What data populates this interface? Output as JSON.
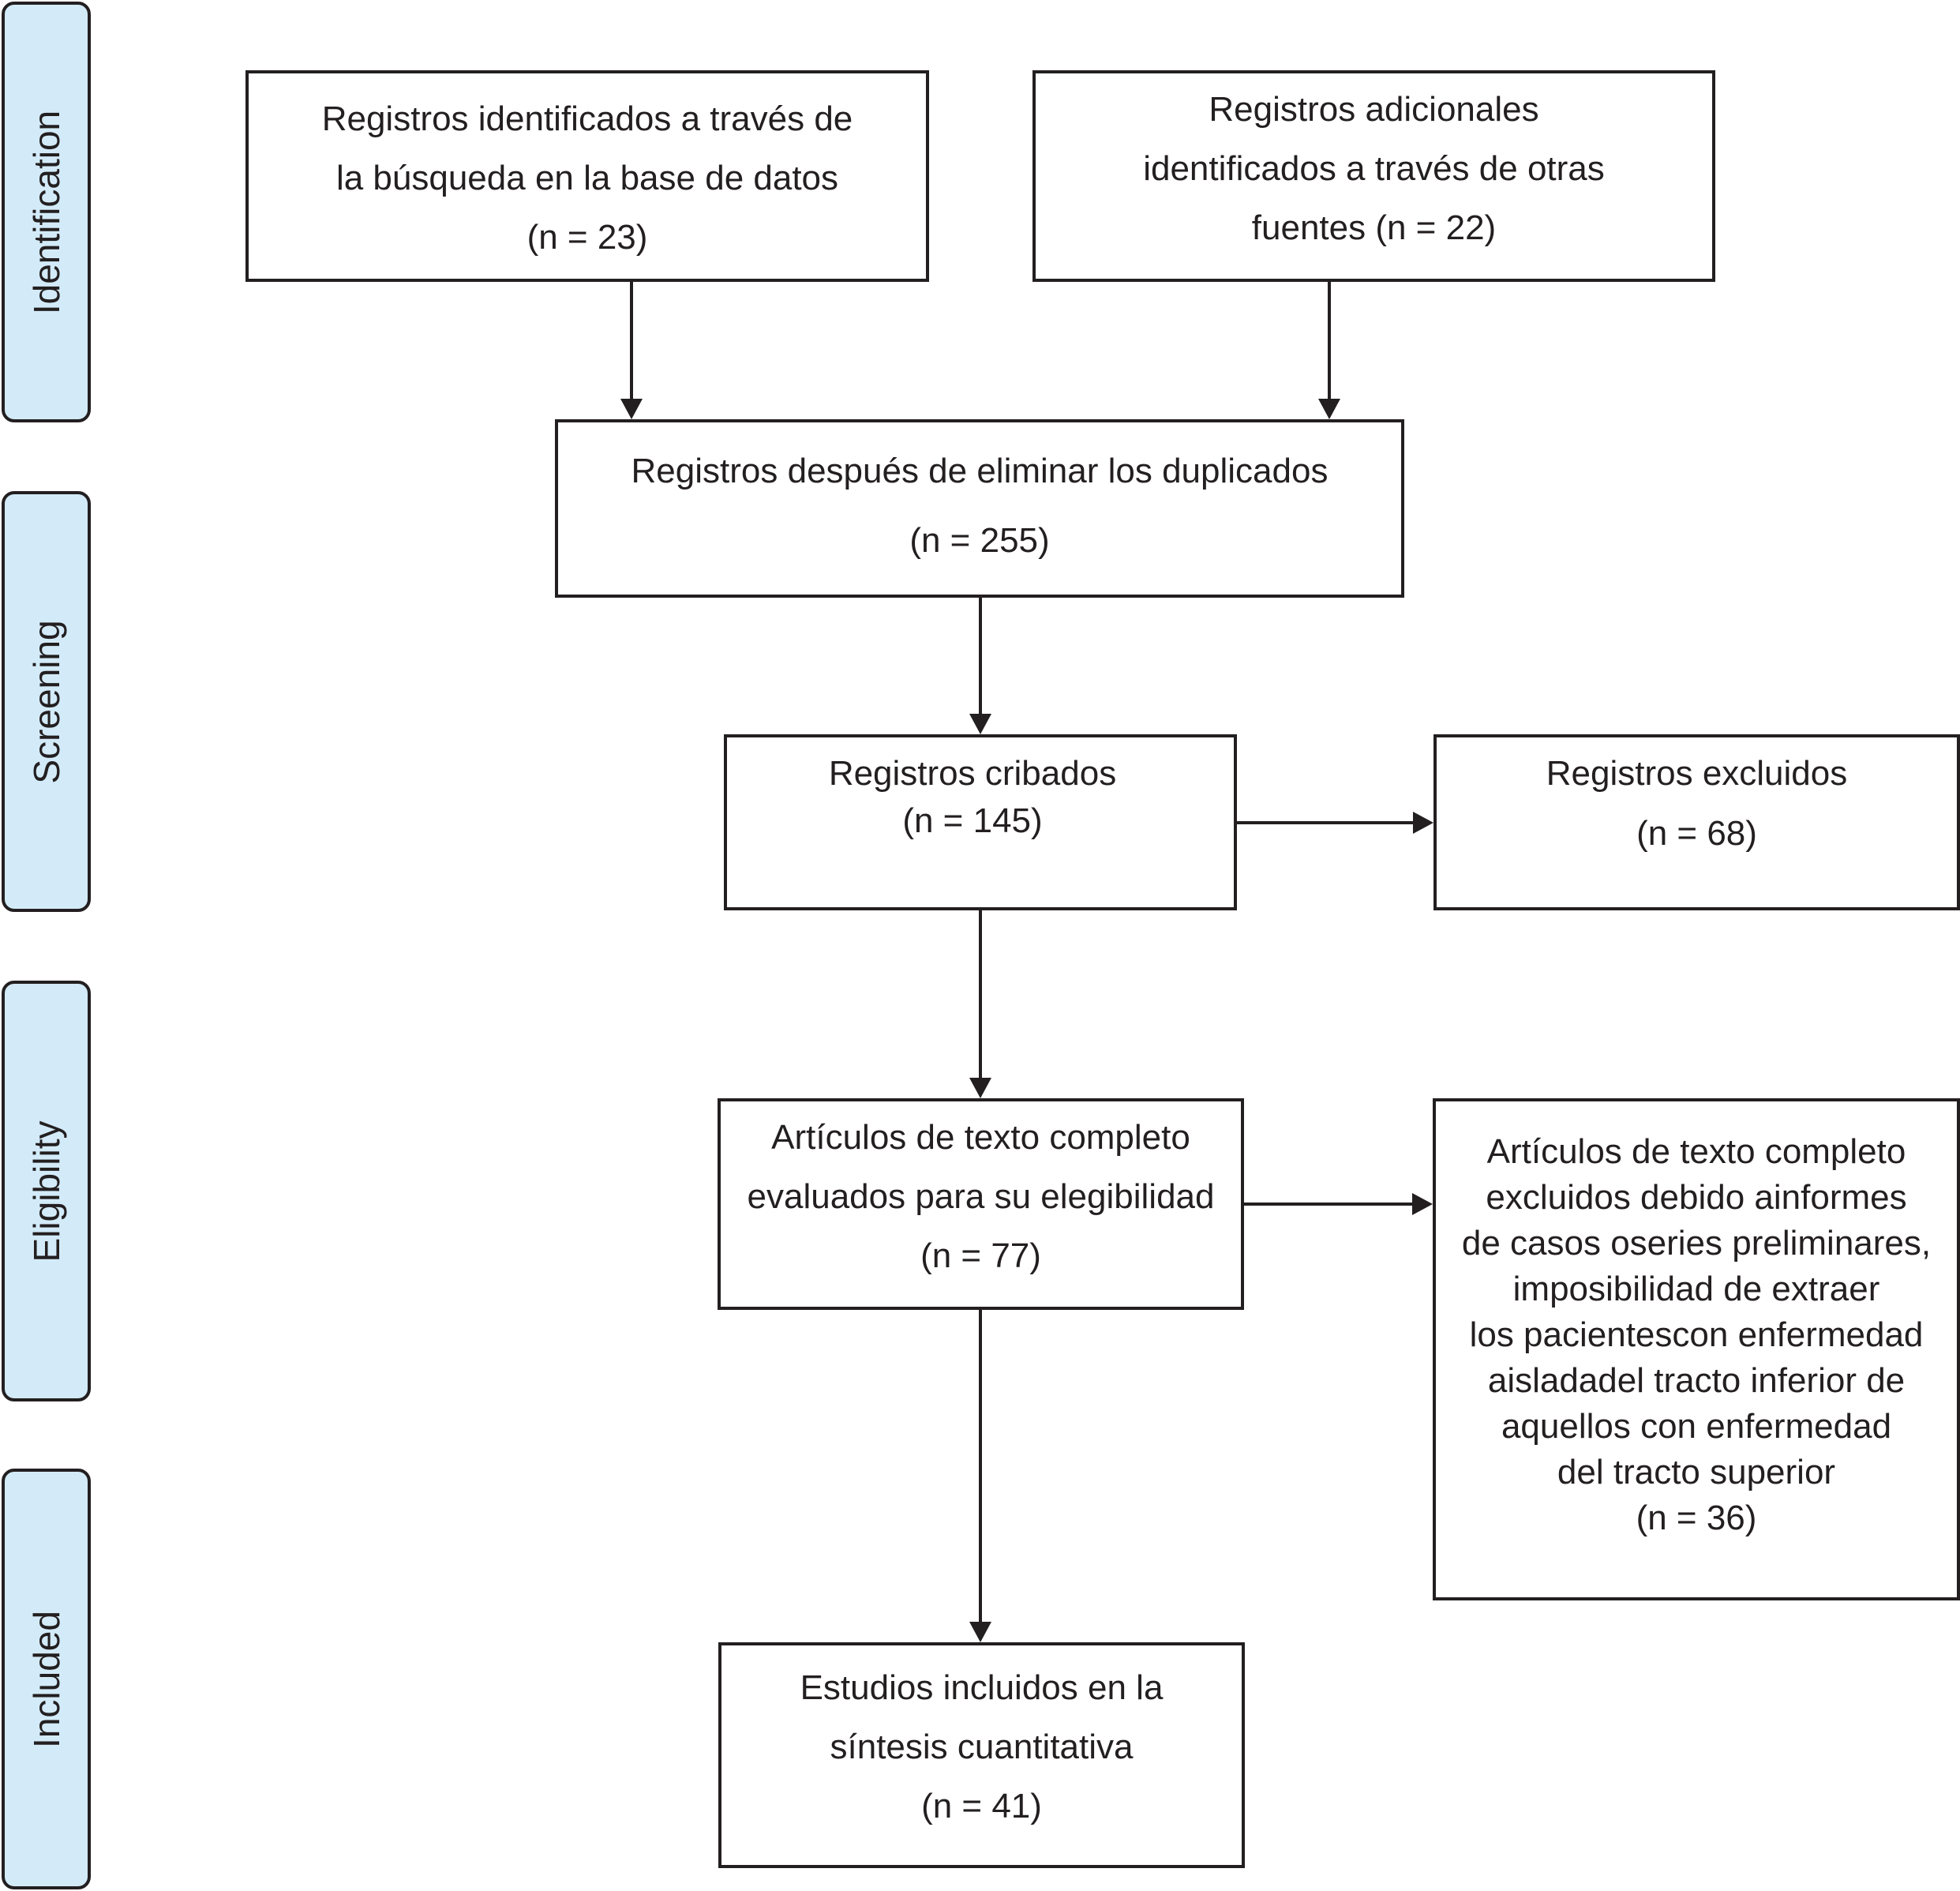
{
  "stages": {
    "identification": "Identification",
    "screening": "Screening",
    "eligibility": "Eligibility",
    "included": "Included"
  },
  "boxes": {
    "database": {
      "lines": [
        "Registros identificados a  través de",
        "la búsqueda en la base de datos",
        "(n = 23)"
      ]
    },
    "other_sources": {
      "lines": [
        "Registros adicionales",
        "identificados a través de otras",
        "fuentes (n = 22)"
      ]
    },
    "duplicates_removed": {
      "lines": [
        "Registros después de eliminar los duplicados",
        "(n = 255)"
      ]
    },
    "screened": {
      "lines": [
        "Registros cribados",
        "(n = 145)"
      ]
    },
    "excluded": {
      "lines": [
        "Registros excluidos",
        "(n = 68)"
      ]
    },
    "full_text_assessed": {
      "lines": [
        "Artículos de texto completo",
        "evaluados para su elegibilidad",
        "(n = 77)"
      ]
    },
    "full_text_excluded": {
      "lines": [
        "Artículos de texto completo",
        "excluidos debido ainformes",
        "de casos oseries preliminares,",
        "imposibilidad de extraer",
        "los pacientescon enfermedad",
        "aisladadel tracto inferior de",
        "aquellos con enfermedad",
        "del tracto superior",
        "(n = 36)"
      ]
    },
    "included": {
      "lines": [
        "Estudios incluidos en la",
        "síntesis cuantitativa",
        "(n = 41)"
      ]
    }
  },
  "colors": {
    "stage_fill": "#d3ebf9",
    "stroke": "#231f20",
    "box_fill": "#ffffff"
  }
}
